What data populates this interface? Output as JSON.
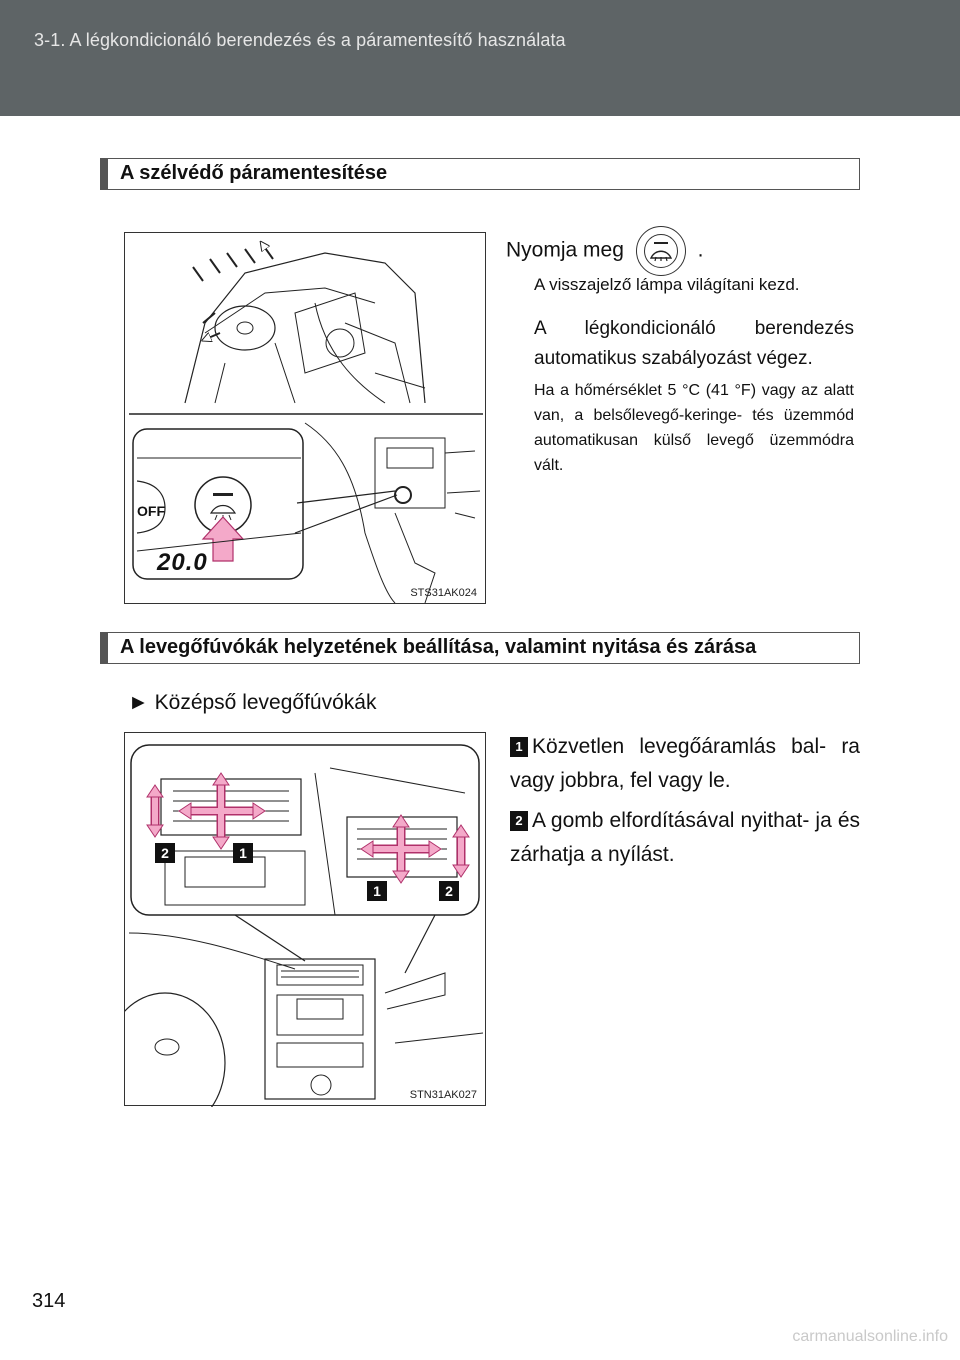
{
  "header": {
    "title": "3-1. A légkondicionáló berendezés és a páramentesítő használata"
  },
  "section1": {
    "title": "A szélvédő páramentesítése",
    "press_prefix": "Nyomja meg",
    "press_suffix": ".",
    "button_icon": "front-defroster-icon",
    "para1": "A visszajelző lámpa világítani kezd.",
    "para2": "A légkondicionáló berendezés automatikus szabályozást végez.",
    "para3": "Ha a hőmérséklet 5 °C (41 °F) vagy az alatt van, a belsőlevegő-keringe- tés üzemmód automatikusan külső levegő üzemmódra vált.",
    "figure_code": "STS31AK024",
    "display_value": "20.0",
    "button_label_off": "OFF"
  },
  "section2": {
    "title": "A levegőfúvókák helyzetének beállítása, valamint nyitása és zárása",
    "subheading_marker": "►",
    "subheading": "Középső levegőfúvókák",
    "item1_num": "1",
    "item1": "Közvetlen levegőáramlás bal- ra vagy jobbra, fel vagy le.",
    "item2_num": "2",
    "item2": "A gomb elfordításával nyithat- ja és zárhatja a nyílást.",
    "figure_code": "STN31AK027",
    "callouts": [
      "2",
      "1",
      "1",
      "2"
    ]
  },
  "footer": {
    "page_number": "314",
    "watermark": "carmanualsonline.info"
  },
  "colors": {
    "header_bg": "#5e6466",
    "arrow_fill": "#f4a9c9",
    "arrow_stroke": "#b0306a"
  }
}
